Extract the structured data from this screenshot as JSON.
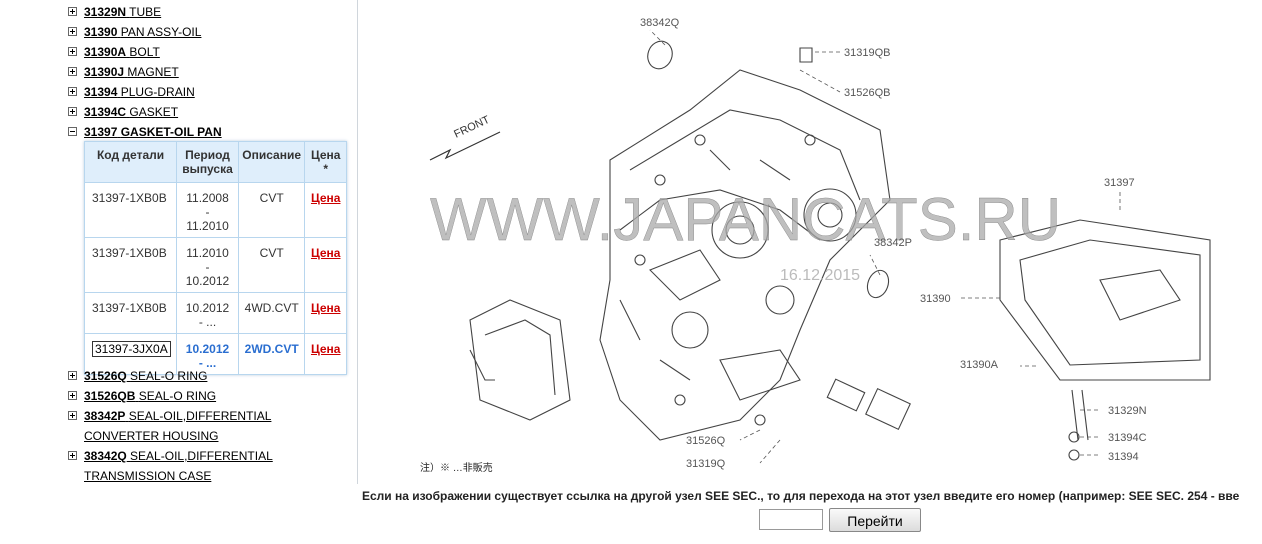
{
  "tree": [
    {
      "code": "31329N",
      "name": "TUBE",
      "expanded": false
    },
    {
      "code": "31390",
      "name": "PAN ASSY-OIL",
      "expanded": false
    },
    {
      "code": "31390A",
      "name": "BOLT",
      "expanded": false
    },
    {
      "code": "31390J",
      "name": "MAGNET",
      "expanded": false
    },
    {
      "code": "31394",
      "name": "PLUG-DRAIN",
      "expanded": false
    },
    {
      "code": "31394C",
      "name": "GASKET",
      "expanded": false
    },
    {
      "code": "31397",
      "name": "GASKET-OIL PAN",
      "expanded": true
    }
  ],
  "tree_after": [
    {
      "code": "31526Q",
      "name": "SEAL-O RING"
    },
    {
      "code": "31526QB",
      "name": "SEAL-O RING"
    },
    {
      "code": "38342P",
      "name": "SEAL-OIL,DIFFERENTIAL",
      "cont": "CONVERTER HOUSING"
    },
    {
      "code": "38342Q",
      "name": "SEAL-OIL,DIFFERENTIAL",
      "cont": "TRANSMISSION CASE"
    }
  ],
  "table": {
    "headers": {
      "code": "Код детали",
      "period_1": "Период",
      "period_2": "выпуска",
      "desc": "Описание",
      "price_1": "Цена",
      "price_2": "*"
    },
    "rows": [
      {
        "code": "31397-1XB0B",
        "from": "11.2008",
        "dash": "-",
        "to": "11.2010",
        "desc": "CVT",
        "price": "Цена"
      },
      {
        "code": "31397-1XB0B",
        "from": "11.2010",
        "dash": "-",
        "to": "10.2012",
        "desc": "CVT",
        "price": "Цена"
      },
      {
        "code": "31397-1XB0B",
        "from": "10.2012",
        "dash": "- ...",
        "to": "",
        "desc": "4WD.CVT",
        "price": "Цена"
      },
      {
        "code": "31397-3JX0A",
        "from": "10.2012",
        "dash": "- ...",
        "to": "",
        "desc": "2WD.CVT",
        "price": "Цена"
      }
    ]
  },
  "diagram": {
    "watermark": "WWW.JAPANCATS.RU",
    "date": "16.12.2015",
    "front": "FRONT",
    "note": "注）※ …非販売",
    "labels": {
      "l38342Q": "38342Q",
      "l31319QB": "31319QB",
      "l31526QB": "31526QB",
      "l31397": "31397",
      "l38342P": "38342P",
      "l31390": "31390",
      "l31390A": "31390A",
      "l31329N": "31329N",
      "l31394C": "31394C",
      "l31394": "31394",
      "l31526Q": "31526Q",
      "l31319Q": "31319Q"
    }
  },
  "hint": "Если на изображении существует ссылка на другой узел SEE SEC., то для перехода на этот узел введите его номер (например: SEE SEC. 254 - вве",
  "go_button": "Перейти"
}
